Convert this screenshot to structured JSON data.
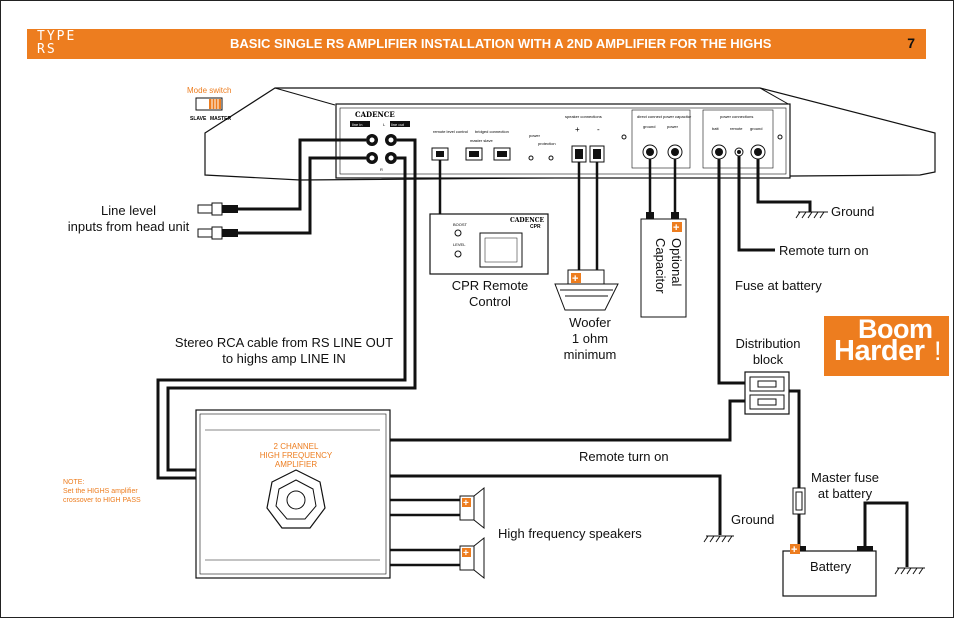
{
  "header": {
    "logo_line1": "TYPE",
    "logo_line2": "RS",
    "title": "BASIC SINGLE RS AMPLIFIER INSTALLATION WITH A 2ND AMPLIFIER FOR THE HIGHS",
    "page_number": "7"
  },
  "labels": {
    "mode_switch": "Mode switch",
    "slave": "SLAVE",
    "master": "MASTER",
    "line_level": "Line level",
    "line_level_2": "inputs from head unit",
    "cpr_remote": "CPR Remote",
    "cpr_remote_2": "Control",
    "woofer": "Woofer",
    "woofer_2": "1 ohm",
    "woofer_3": "minimum",
    "optional_capacitor": "Optional Capacitor",
    "ground_top": "Ground",
    "remote_turn_on_top": "Remote turn on",
    "fuse_at_battery": "Fuse at battery",
    "distribution": "Distribution",
    "distribution_2": "block",
    "stereo_rca": "Stereo RCA cable from RS LINE OUT",
    "stereo_rca_2": "to highs amp LINE IN",
    "remote_turn_on_mid": "Remote turn on",
    "ground_mid": "Ground",
    "hf_speakers": "High frequency speakers",
    "master_fuse": "Master fuse",
    "master_fuse_2": "at battery",
    "battery": "Battery",
    "two_channel": "2 CHANNEL",
    "two_channel_2": "HIGH FREQUENCY AMPLIFIER",
    "note": "NOTE:",
    "note_2": "Set the HIGHS amplifier",
    "note_3": "crossover to HIGH PASS",
    "boom": "Boom",
    "harder": "Harder",
    "bang": "!"
  },
  "amp_panel": {
    "brand": "CADENCE",
    "line_in": "line in",
    "line_out": "line out",
    "remote_level": "remote level control",
    "bridged": "bridged connection",
    "master_slave": "master slave",
    "power": "power",
    "protection": "protection",
    "speaker_connections": "speaker connections",
    "plus": "+",
    "minus": "-",
    "direct_connect": "direct connect power capacitor",
    "ground": "ground",
    "power_lbl": "power",
    "power_connections": "power connections",
    "batt": "batt",
    "remote": "remote",
    "ground2": "ground"
  },
  "cpr": {
    "brand": "CADENCE",
    "model": "CPR",
    "boost": "BOOST",
    "level": "LEVEL"
  },
  "colors": {
    "accent": "#ed7d1f",
    "wire": "#111111"
  }
}
